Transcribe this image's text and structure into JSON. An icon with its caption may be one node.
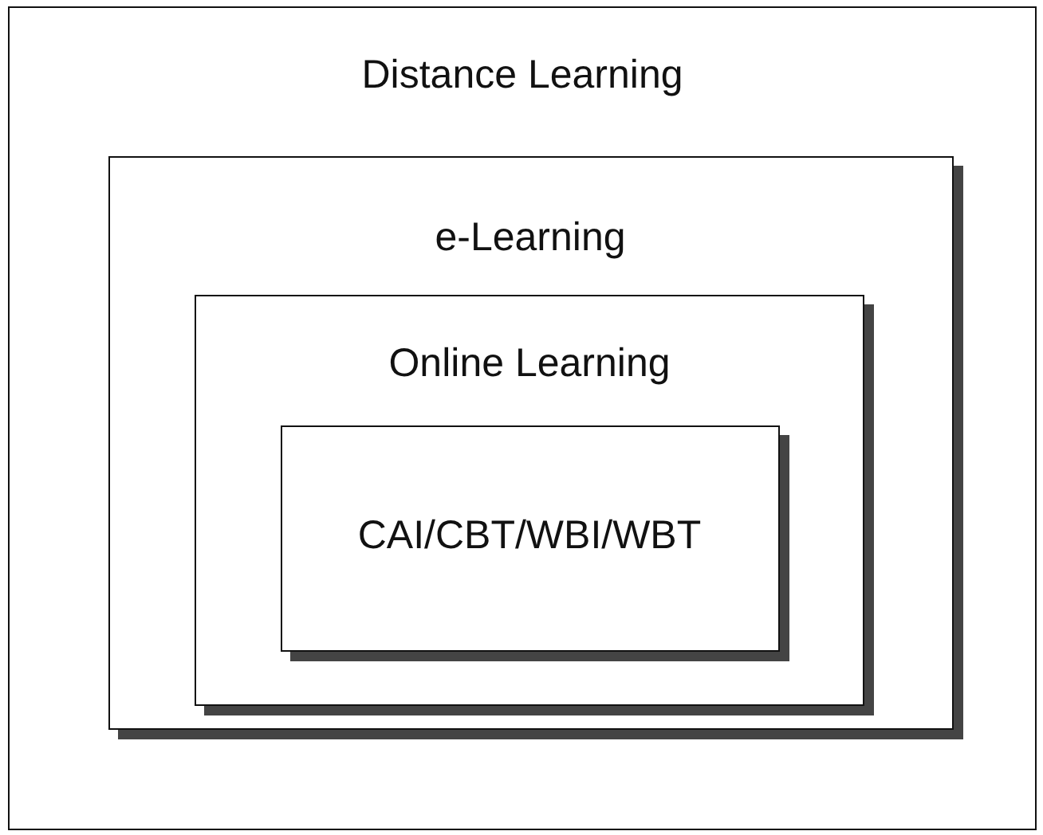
{
  "diagram": {
    "nodes": [
      {
        "text": [
          "Distance Learning"
        ]
      },
      {
        "text": [
          "e-Learning"
        ],
        "in": 0
      },
      {
        "text": [
          "Online Learning"
        ],
        "in": 1
      },
      {
        "text": [
          "CAI/CBT/WBI/WBT"
        ],
        "in": 2
      }
    ]
  }
}
